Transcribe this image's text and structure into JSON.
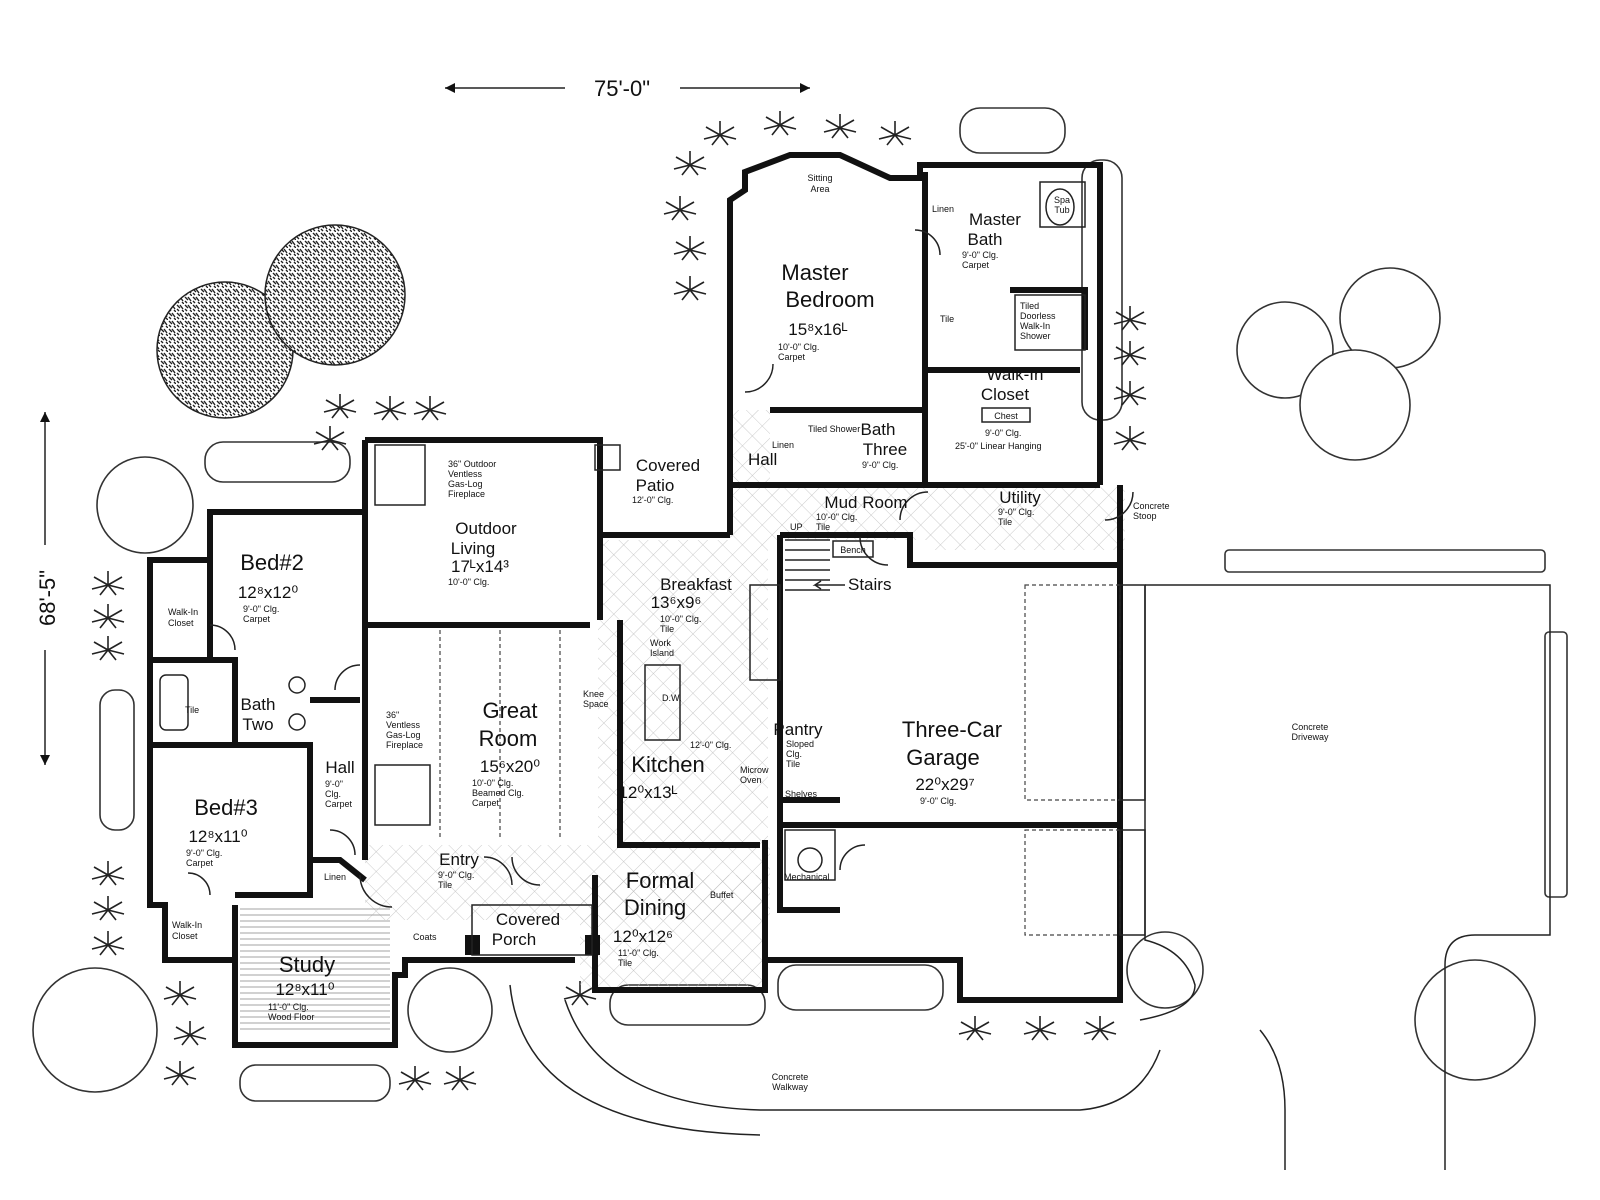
{
  "overall_dimensions": {
    "width": "75'-0\"",
    "depth": "68'-5\""
  },
  "rooms": {
    "master_bedroom": {
      "name_1": "Master",
      "name_2": "Bedroom",
      "size": "15⁸x16ᴸ",
      "notes": [
        "10'-0\" Clg.",
        "Carpet"
      ]
    },
    "sitting_area": {
      "name_1": "Sitting",
      "name_2": "Area"
    },
    "master_bath": {
      "name_1": "Master",
      "name_2": "Bath",
      "notes": [
        "9'-0\" Clg.",
        "Carpet"
      ]
    },
    "linen_master": {
      "name": "Linen"
    },
    "spa_tub": {
      "name_1": "Spa",
      "name_2": "Tub"
    },
    "tile_wc": {
      "name": "Tile"
    },
    "shower": {
      "notes": [
        "Tiled",
        "Doorless",
        "Walk-In",
        "Shower"
      ]
    },
    "walk_in_closet": {
      "name_1": "Walk-In",
      "name_2": "Closet",
      "chest": "Chest",
      "notes": [
        "9'-0\" Clg.",
        "25'-0\" Linear Hanging"
      ]
    },
    "bath_three": {
      "name_1": "Bath",
      "name_2": "Three",
      "notes": [
        "9'-0\" Clg."
      ],
      "shower": "Tiled Shower"
    },
    "hall_upper": {
      "name": "Hall",
      "linen": "Linen"
    },
    "mud_room": {
      "name": "Mud Room",
      "notes": [
        "10'-0\" Clg.",
        "Tile"
      ],
      "bench": "Bench"
    },
    "utility": {
      "name": "Utility",
      "notes": [
        "9'-0\" Clg.",
        "Tile"
      ]
    },
    "concrete_stoop": {
      "name_1": "Concrete",
      "name_2": "Stoop"
    },
    "covered_patio": {
      "name_1": "Covered",
      "name_2": "Patio",
      "notes": [
        "12'-0\" Clg."
      ]
    },
    "outdoor_living": {
      "name_1": "Outdoor",
      "name_2": "Living",
      "size": "17ᴸx14³",
      "notes": [
        "10'-0\" Clg."
      ],
      "fireplace": [
        "36\" Outdoor",
        "Ventless",
        "Gas-Log",
        "Fireplace"
      ]
    },
    "bed2": {
      "name": "Bed#2",
      "size": "12⁸x12⁰",
      "notes": [
        "9'-0\" Clg.",
        "Carpet"
      ]
    },
    "walk_in_closet_2": {
      "name_1": "Walk-In",
      "name_2": "Closet"
    },
    "bath_two": {
      "name_1": "Bath",
      "name_2": "Two",
      "tile": "Tile"
    },
    "hall_lower": {
      "name": "Hall",
      "notes": [
        "9'-0\"",
        "Clg.",
        "Carpet"
      ],
      "linen": "Linen"
    },
    "bed3": {
      "name": "Bed#3",
      "size": "12⁸x11⁰",
      "notes": [
        "9'-0\" Clg.",
        "Carpet"
      ]
    },
    "walk_in_closet_3": {
      "name_1": "Walk-In",
      "name_2": "Closet"
    },
    "great_room": {
      "name_1": "Great",
      "name_2": "Room",
      "size": "15⁶x20⁰",
      "notes": [
        "10'-0\" Clg.",
        "Beamed Clg.",
        "Carpet"
      ],
      "fireplace": [
        "36\"",
        "Ventless",
        "Gas-Log",
        "Fireplace"
      ]
    },
    "breakfast": {
      "name": "Breakfast",
      "size": "13⁶x9⁶",
      "notes": [
        "10'-0\" Clg.",
        "Tile"
      ],
      "work_island": [
        "Work",
        "Island"
      ]
    },
    "kitchen": {
      "name": "Kitchen",
      "size": "12⁰x13ᴸ",
      "notes": [
        "12'-0\" Clg."
      ],
      "knee_space": [
        "Knee",
        "Space"
      ],
      "dw": "D.W.",
      "microwave": [
        "Microw",
        "Oven"
      ]
    },
    "pantry": {
      "name": "Pantry",
      "notes": [
        "Sloped",
        "Clg.",
        "Tile"
      ],
      "shelves": "Shelves"
    },
    "stairs": {
      "name": "Stairs",
      "up": "UP"
    },
    "three_car_garage": {
      "name": "Three-Car",
      "name_2": "Garage",
      "size": "22⁰x29⁷",
      "notes": [
        "9'-0\" Clg."
      ]
    },
    "mechanical": {
      "name": "Mechanical"
    },
    "entry": {
      "name": "Entry",
      "notes": [
        "9'-0\" Clg.",
        "Tile"
      ],
      "coats": "Coats"
    },
    "formal_dining": {
      "name_1": "Formal",
      "name_2": "Dining",
      "size": "12⁰x12⁶",
      "notes": [
        "11'-0\" Clg.",
        "Tile"
      ],
      "buffet": "Buffet"
    },
    "covered_porch": {
      "name_1": "Covered",
      "name_2": "Porch"
    },
    "study": {
      "name": "Study",
      "size": "12⁸x11⁰",
      "notes": [
        "11'-0\" Clg.",
        "Wood Floor"
      ]
    },
    "driveway": {
      "name_1": "Concrete",
      "name_2": "Driveway"
    },
    "walkway": {
      "name_1": "Concrete",
      "name_2": "Walkway"
    }
  }
}
